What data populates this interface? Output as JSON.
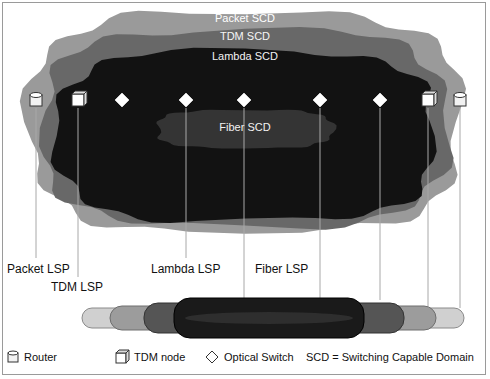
{
  "diagram": {
    "nodes": [
      {
        "text": [
          "Packet SCD"
        ]
      },
      {
        "text": [
          "TDM SCD"
        ],
        "in": 0
      },
      {
        "text": [
          "Lambda SCD"
        ],
        "in": 1
      },
      {
        "text": [
          "Fiber SCD"
        ],
        "in": 2
      }
    ],
    "labels": [
      "Packet LSP",
      "TDM LSP",
      "Lambda LSP",
      "Fiber LSP"
    ],
    "legend": [
      {
        "text": "Router"
      },
      {
        "text": "TDM node"
      },
      {
        "text": "Optical Switch"
      },
      {
        "text": "SCD = Switching Capable Domain"
      }
    ]
  }
}
